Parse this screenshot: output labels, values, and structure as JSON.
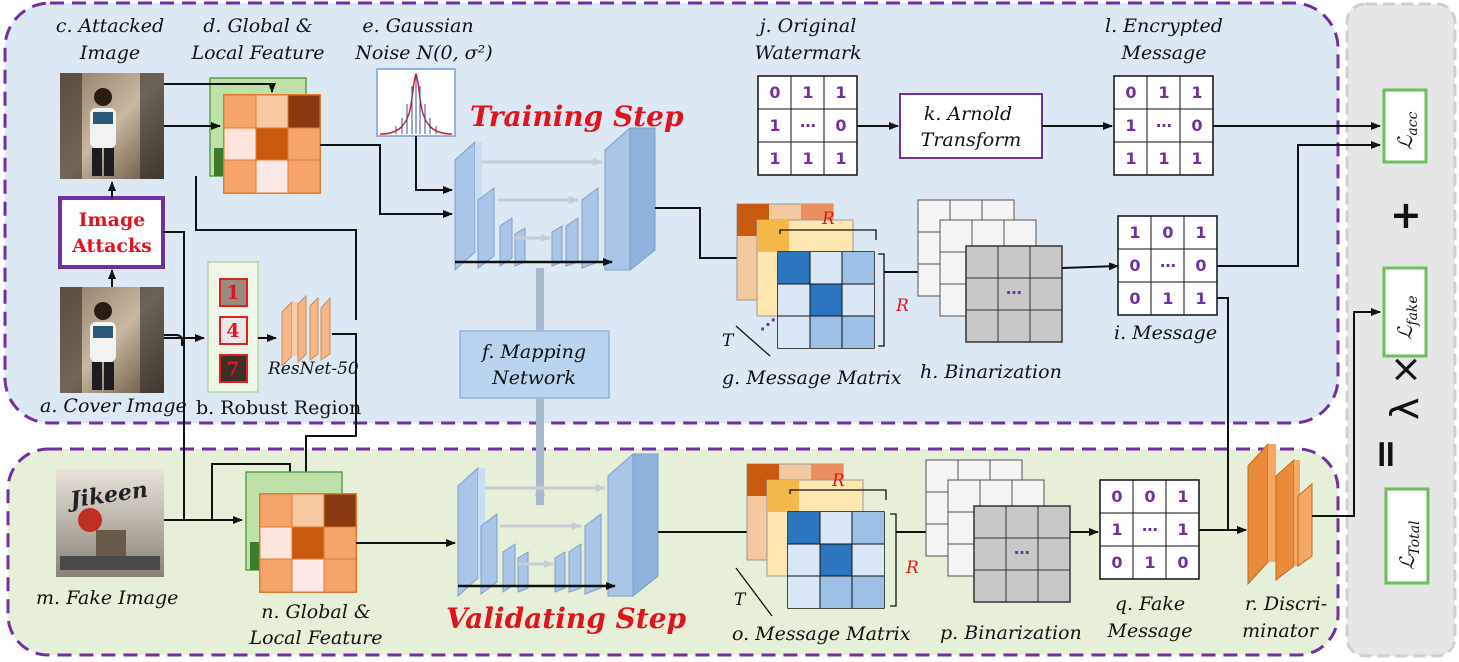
{
  "labels": {
    "attacked_image": [
      "c. Attacked",
      "Image"
    ],
    "global_local_top": [
      "d. Global &",
      "Local Feature"
    ],
    "gaussian_noise": [
      "e. Gaussian",
      "Noise N(0, σ²)"
    ],
    "original_watermark": [
      "j. Original",
      "Watermark"
    ],
    "encrypted_message": [
      "l. Encrypted",
      "Message"
    ],
    "image_attacks": [
      "Image",
      "Attacks"
    ],
    "training_step": "Training Step",
    "arnold_transform": [
      "k. Arnold",
      "Transform"
    ],
    "robust_region": "b. Robust Region",
    "cover_image": "a. Cover Image",
    "resnet": "ResNet-50",
    "mapping_network": [
      "f. Mapping",
      "Network"
    ],
    "message_matrix_top": "g. Message Matrix",
    "binarization_top": "h. Binarization",
    "message": "i. Message",
    "fake_image": "m. Fake Image",
    "global_local_bottom": [
      "n. Global &",
      "Local Feature"
    ],
    "validating_step": "Validating Step",
    "message_matrix_bottom": "o. Message Matrix",
    "binarization_bottom": "p. Binarization",
    "fake_message": [
      "q. Fake",
      "Message"
    ],
    "discriminator": [
      "r. Discri-",
      "minator"
    ],
    "fake_image_text": "Jikeen",
    "dim_R": "R",
    "dim_T": "T"
  },
  "matrices": {
    "original_watermark": [
      [
        "0",
        "1",
        "1"
      ],
      [
        "1",
        "⋯",
        "0"
      ],
      [
        "1",
        "1",
        "1"
      ]
    ],
    "encrypted_message": [
      [
        "0",
        "1",
        "1"
      ],
      [
        "1",
        "⋯",
        "0"
      ],
      [
        "1",
        "1",
        "1"
      ]
    ],
    "message": [
      [
        "1",
        "0",
        "1"
      ],
      [
        "0",
        "⋯",
        "0"
      ],
      [
        "0",
        "1",
        "1"
      ]
    ],
    "fake_message": [
      [
        "0",
        "0",
        "1"
      ],
      [
        "1",
        "⋯",
        "1"
      ],
      [
        "0",
        "1",
        "0"
      ]
    ]
  },
  "region_numbers": [
    "1",
    "4",
    "7"
  ],
  "ellipsis": "⋯",
  "losses": {
    "acc": {
      "main": "ℒ",
      "sub": "acc"
    },
    "fake": {
      "main": "ℒ",
      "sub": "fake"
    },
    "total": {
      "main": "ℒ",
      "sub": "Total"
    },
    "plus": "+",
    "times": "λ ×",
    "equals": "="
  },
  "colors": {
    "training_bg": "#dde8f5",
    "validating_bg": "#e6efd8",
    "border_purple": "#7030a0",
    "loss_green": "#6cbf5a",
    "accent_red": "#e0141e",
    "unet_blue": "#a9c6e8",
    "discriminator_orange": "#e98a3a"
  }
}
